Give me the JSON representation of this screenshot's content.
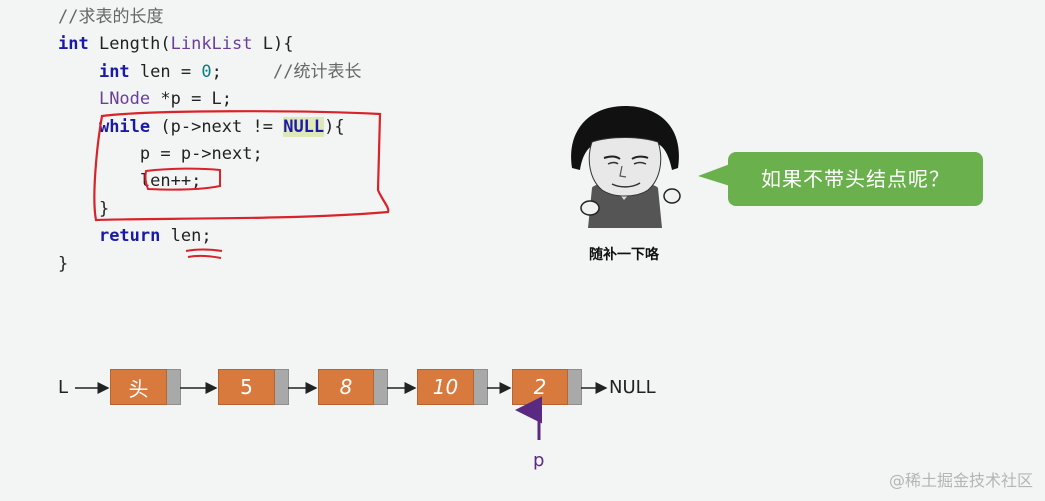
{
  "code": {
    "comment_title": "//求表的长度",
    "fn_type": "int",
    "fn_name": " Length(",
    "fn_param_type": "LinkList",
    "fn_param": " L){",
    "l2_type": "int",
    "l2_rest": " len = ",
    "l2_num": "0",
    "l2_semi": ";",
    "l2_comment": "     //统计表长",
    "l3_type": "LNode",
    "l3_rest": " *p = L;",
    "l4_kw": "while",
    "l4_rest": " (p->next != ",
    "l4_null": "NULL",
    "l4_end": "){",
    "l5": "p = p->next;",
    "l6": "len++;",
    "l7": "}",
    "l8_kw": "return",
    "l8_rest": " len;",
    "l9": "}"
  },
  "meme": {
    "caption": "随补一下咯",
    "bubble_text": "如果不带头结点呢？",
    "bubble_color": "#6ab04c"
  },
  "list": {
    "head_label": "L",
    "nodes": [
      "头",
      "5",
      "8",
      "10",
      "2"
    ],
    "tail_label": "NULL",
    "pointer_label": "p",
    "node_color": "#d87a3e",
    "ptr_color": "#a9a9a9",
    "pointer_color": "#5a2a82"
  },
  "watermark": "@稀土掘金技术社区"
}
